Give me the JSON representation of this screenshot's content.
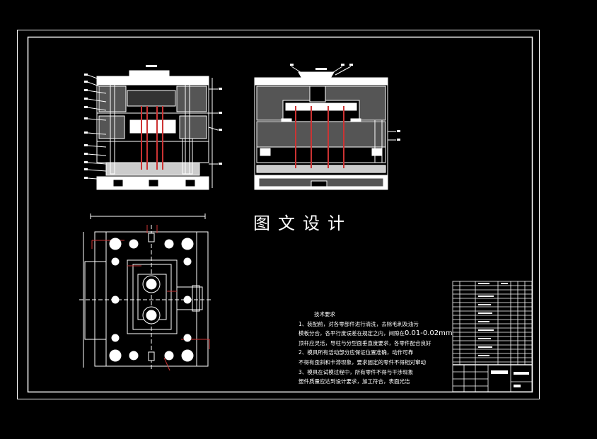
{
  "drawing": {
    "watermark": "图文设计",
    "colors": {
      "background": "#000000",
      "lines": "#ffffff",
      "section_red": "#cc3333"
    },
    "tech_requirements": {
      "title": "技术要求",
      "lines": [
        "1、装配前，对各零部件进行清洗，去除毛刺及油污",
        "模板分合，各平行度误差在规定之内，间隙在",
        "顶杆应灵活，导柱与分型面垂直度要求，各零件配合良好",
        "2、模具所有活动部分应保证位置准确，动作可靠",
        "不得有歪斜和卡滞现象，要求固定的零件不得相对窜动",
        "3、模具在试模过程中，所有零件不得与干涉现象",
        "塑件质量应达到设计要求，加工符合，表面光洁"
      ],
      "tolerance": "0.01-0.02mm"
    }
  }
}
